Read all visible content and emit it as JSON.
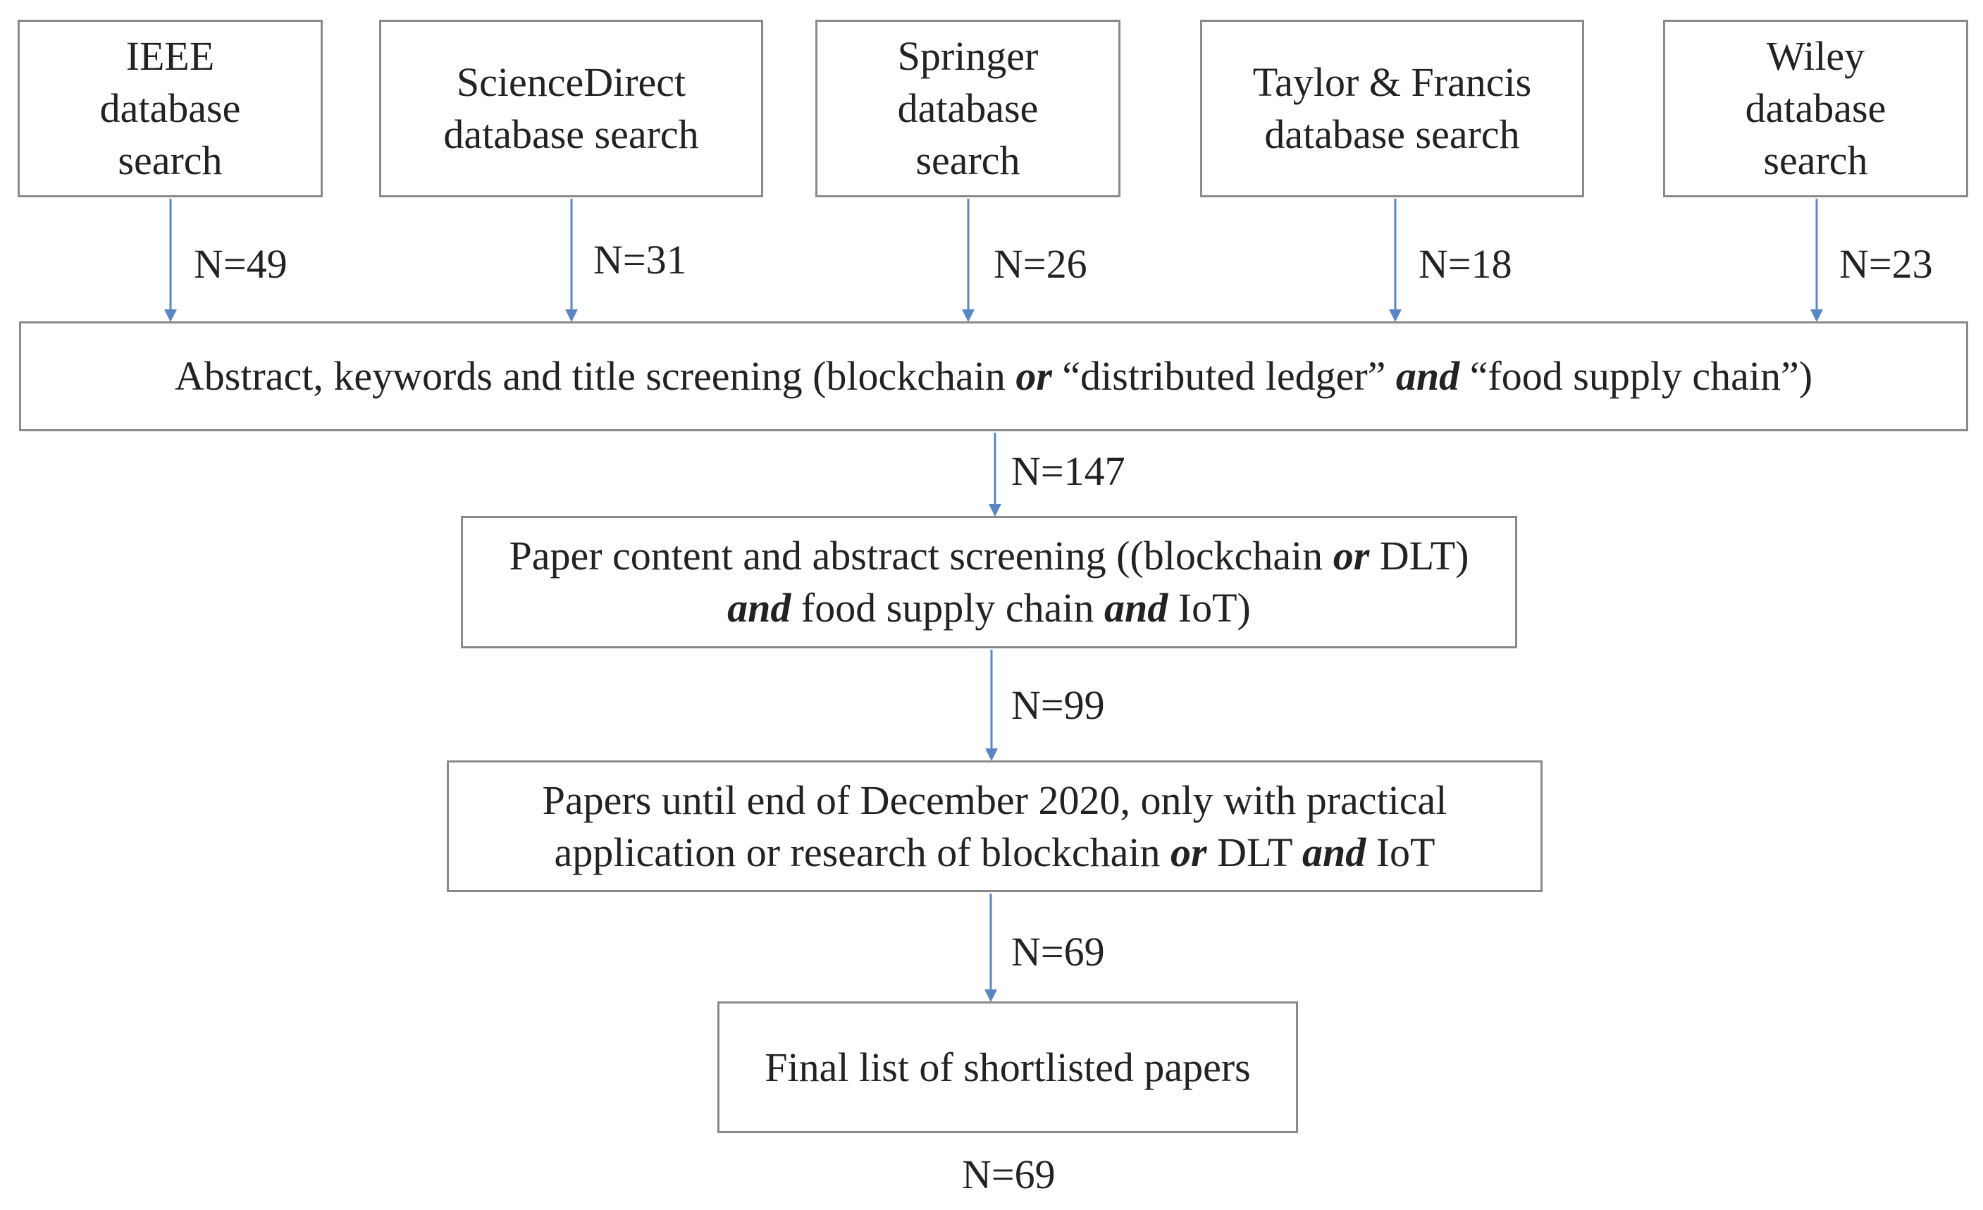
{
  "sources": [
    {
      "label_lines": [
        "IEEE",
        "database",
        "search"
      ],
      "count": "N=49"
    },
    {
      "label_lines": [
        "ScienceDirect",
        "database search"
      ],
      "count": "N=31"
    },
    {
      "label_lines": [
        "Springer",
        "database",
        "search"
      ],
      "count": "N=26"
    },
    {
      "label_lines": [
        "Taylor & Francis",
        "database search"
      ],
      "count": "N=18"
    },
    {
      "label_lines": [
        "Wiley",
        "database",
        "search"
      ],
      "count": "N=23"
    }
  ],
  "stages": [
    {
      "segments": [
        {
          "text": "Abstract, keywords and title screening (blockchain ",
          "emphasis": false
        },
        {
          "text": "or",
          "emphasis": true
        },
        {
          "text": " “distributed ledger” ",
          "emphasis": false
        },
        {
          "text": "and",
          "emphasis": true
        },
        {
          "text": " “food supply chain”)",
          "emphasis": false
        }
      ],
      "count_after": "N=147"
    },
    {
      "segments": [
        {
          "text": "Paper content and abstract screening ((blockchain ",
          "emphasis": false
        },
        {
          "text": "or",
          "emphasis": true
        },
        {
          "text": " DLT) ",
          "emphasis": false
        },
        {
          "text": "and",
          "emphasis": true
        },
        {
          "text": " food supply chain ",
          "emphasis": false
        },
        {
          "text": "and",
          "emphasis": true
        },
        {
          "text": " IoT)",
          "emphasis": false
        }
      ],
      "count_after": "N=99"
    },
    {
      "segments": [
        {
          "text": "Papers until end of December 2020, only with practical application or research of blockchain ",
          "emphasis": false
        },
        {
          "text": "or",
          "emphasis": true
        },
        {
          "text": " DLT ",
          "emphasis": false
        },
        {
          "text": "and",
          "emphasis": true
        },
        {
          "text": " IoT",
          "emphasis": false
        }
      ],
      "count_after": "N=69"
    },
    {
      "segments": [
        {
          "text": "Final list of shortlisted papers",
          "emphasis": false
        }
      ],
      "count_after": "N=69"
    }
  ],
  "colors": {
    "arrow": "#5b86c4",
    "box_border": "#8a8a8a",
    "text": "#222222"
  }
}
